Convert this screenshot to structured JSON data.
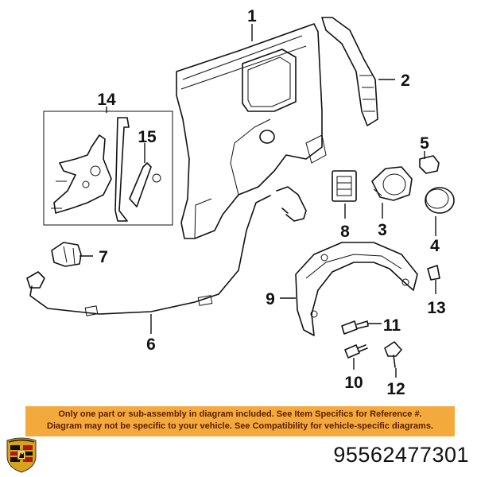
{
  "callouts": {
    "c1": "1",
    "c2": "2",
    "c3": "3",
    "c4": "4",
    "c5": "5",
    "c6": "6",
    "c7": "7",
    "c8": "8",
    "c9": "9",
    "c10": "10",
    "c11": "11",
    "c12": "12",
    "c13": "13",
    "c14": "14",
    "c15": "15"
  },
  "disclaimer": {
    "line1": "Only one part or sub-assembly in diagram included. See Item Specifics for Reference #.",
    "line2": "Diagram may not be specific to your vehicle. See Compatibility for vehicle-specific diagrams."
  },
  "part_number": "95562477301",
  "logo": {
    "icon": "porsche-crest-icon"
  },
  "colors": {
    "banner": "#f4a93d",
    "banner_text": "#5a1e00",
    "crest_gold": "#d9a21b",
    "crest_red": "#b3151b"
  }
}
